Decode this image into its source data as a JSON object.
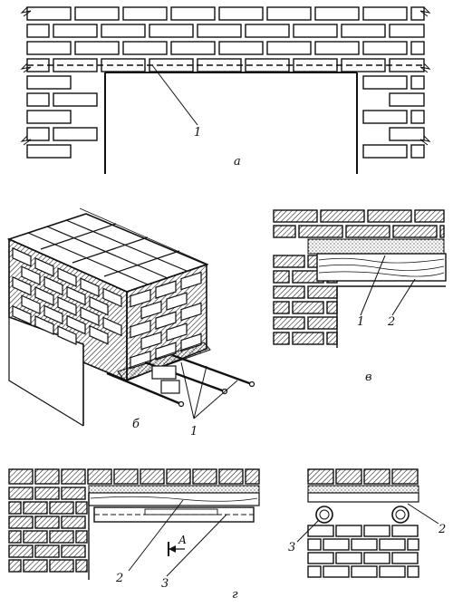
{
  "figures": {
    "a": {
      "caption": "а",
      "callouts": [
        "1"
      ]
    },
    "b": {
      "caption": "б",
      "callouts": [
        "1"
      ]
    },
    "v": {
      "caption": "в",
      "callouts": [
        "1",
        "2"
      ]
    },
    "g": {
      "caption": "г",
      "callouts": [
        "2",
        "3",
        "2",
        "3"
      ],
      "section_mark": "А"
    }
  },
  "colors": {
    "ink": "#111111",
    "paper": "#ffffff"
  }
}
